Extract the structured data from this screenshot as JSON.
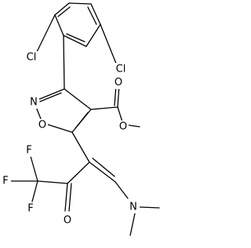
{
  "molecule": {
    "atom_labels": {
      "cl_left": "Cl",
      "cl_right": "Cl",
      "n_ring": "N",
      "o_ring": "O",
      "o_carbonyl_ester": "O",
      "o_ester": "O",
      "o_ketone": "O",
      "n_amine": "N",
      "f1": "F",
      "f2": "F",
      "f3": "F"
    },
    "line_color": "#000000",
    "background": "#ffffff"
  }
}
